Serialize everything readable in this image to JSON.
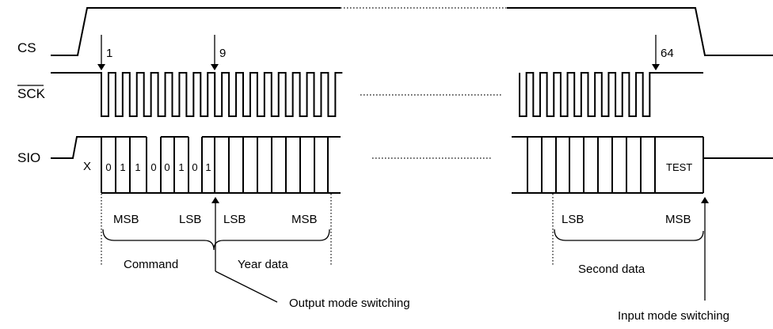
{
  "signals": {
    "cs": "CS",
    "sck": "SCK",
    "sio": "SIO"
  },
  "clock_markers": {
    "first": "1",
    "ninth": "9",
    "last": "64"
  },
  "sio_values": {
    "initial": "X",
    "command_bits": [
      "0",
      "1",
      "1",
      "0",
      "0",
      "1",
      "0",
      "1"
    ],
    "final": "TEST"
  },
  "bit_order": {
    "command_msb": "MSB",
    "command_lsb": "LSB",
    "year_lsb": "LSB",
    "year_msb": "MSB",
    "second_lsb": "LSB",
    "second_msb": "MSB"
  },
  "fields": {
    "command": "Command",
    "year": "Year data",
    "second": "Second data"
  },
  "annotations": {
    "output_switch": "Output mode switching",
    "input_switch": "Input mode switching"
  }
}
